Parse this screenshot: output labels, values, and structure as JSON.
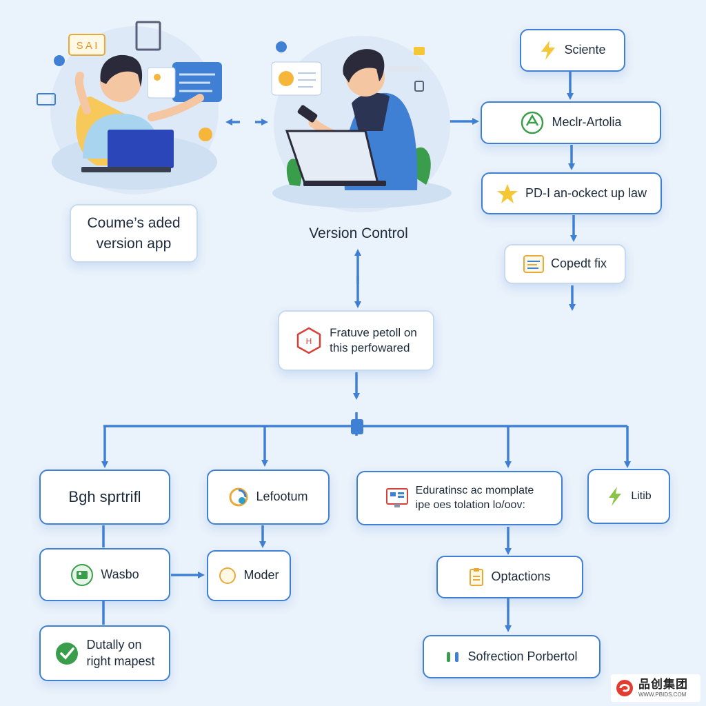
{
  "top_left_card": {
    "line1": "Coume’s aded",
    "line2": "version app"
  },
  "center_caption": "Version Control",
  "right_chain": [
    {
      "label": "Sciente",
      "icon": "lightning-icon"
    },
    {
      "label": "Meclr-Artolia",
      "icon": "cycle-icon"
    },
    {
      "label": "PD-I an-ockect up law",
      "icon": "star-icon"
    },
    {
      "label": "Copedt fix",
      "icon": "document-icon"
    }
  ],
  "feature_node": {
    "line1": "Fratuve petoll on",
    "line2": "this perfowared",
    "icon": "hexagon-icon"
  },
  "bottom_row": [
    {
      "label": "Bgh sprtrifl"
    },
    {
      "label": "Lefootum",
      "icon": "swirl-icon"
    },
    {
      "line1": "Eduratinsc ac momplate",
      "line2": "ipe oes tolation lo/oov:",
      "icon": "monitor-icon"
    },
    {
      "label": "Litib",
      "icon": "bolt-icon"
    }
  ],
  "left_column": [
    {
      "label": "Wasbo",
      "icon": "image-icon"
    },
    {
      "line1": "Dutally on",
      "line2": "right mapest",
      "icon": "check-icon"
    }
  ],
  "middle_node": {
    "label": "Moder",
    "icon": "circle-icon"
  },
  "right_column": [
    {
      "label": "Optactions",
      "icon": "clipboard-icon"
    },
    {
      "label": "Sofrection Porbertol",
      "icon": "toggle-icon"
    }
  ],
  "illustration": {
    "speech_text": "S A I"
  },
  "watermark": {
    "brand": "品创集团",
    "url": "WWW.PBIDS.COM"
  },
  "colors": {
    "accent": "#3f7fd4",
    "background": "#eaf2fb"
  }
}
